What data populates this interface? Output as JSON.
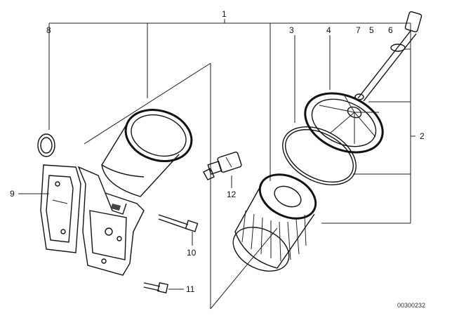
{
  "callouts": {
    "c1": "1",
    "c2": "2",
    "c3": "3",
    "c4": "4",
    "c5": "5",
    "c6": "6",
    "c7": "7",
    "c8": "8",
    "c9": "9",
    "c10": "10",
    "c11": "11",
    "c12": "12"
  },
  "drawing_code": "00300232"
}
